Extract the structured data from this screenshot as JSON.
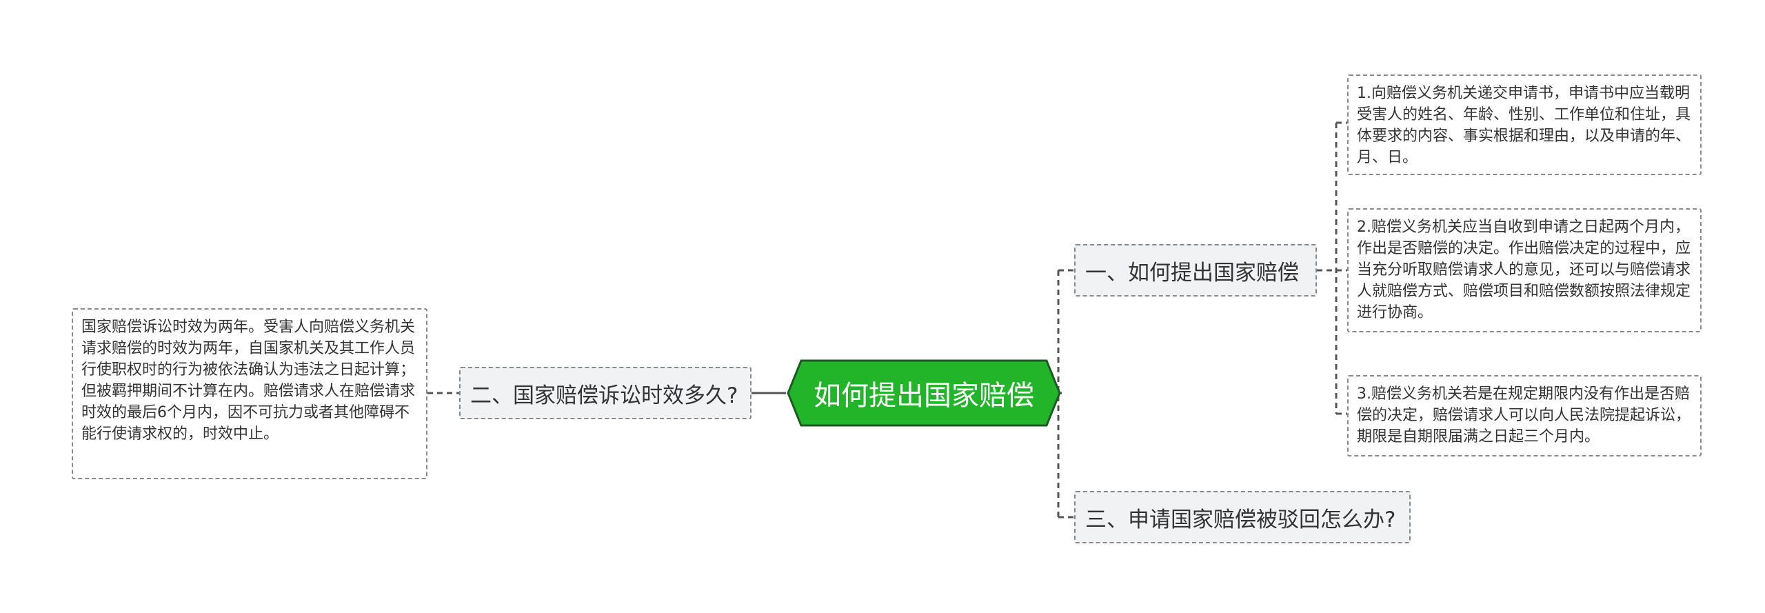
{
  "diagram": {
    "root": {
      "label": "如何提出国家赔偿"
    },
    "branches": {
      "apply": {
        "label": "一、如何提出国家赔偿",
        "details": [
          "1.向赔偿义务机关递交申请书，申请书中应当载明受害人的姓名、年龄、性别、工作单位和住址，具体要求的内容、事实根据和理由，以及申请的年、月、日。",
          "2.赔偿义务机关应当自收到申请之日起两个月内，作出是否赔偿的决定。作出赔偿决定的过程中，应当充分听取赔偿请求人的意见，还可以与赔偿请求人就赔偿方式、赔偿项目和赔偿数额按照法律规定进行协商。",
          "3.赔偿义务机关若是在规定期限内没有作出是否赔偿的决定，赔偿请求人可以向人民法院提起诉讼，期限是自期限届满之日起三个月内。"
        ]
      },
      "rejected": {
        "label": "三、申请国家赔偿被驳回怎么办?"
      },
      "limitation": {
        "label": "二、国家赔偿诉讼时效多久?",
        "detail": "国家赔偿诉讼时效为两年。受害人向赔偿义务机关请求赔偿的时效为两年，自国家机关及其工作人员行使职权时的行为被依法确认为违法之日起计算；但被羁押期间不计算在内。赔偿请求人在赔偿请求时效的最后6个月内，因不可抗力或者其他障碍不能行使请求权的，时效中止。"
      }
    },
    "colors": {
      "root_fill": "#22b52a",
      "root_border": "#1d5a22",
      "topic_fill": "#f1f2f3",
      "dashed_border": "#8a8a8a",
      "connector": "#555555"
    }
  }
}
